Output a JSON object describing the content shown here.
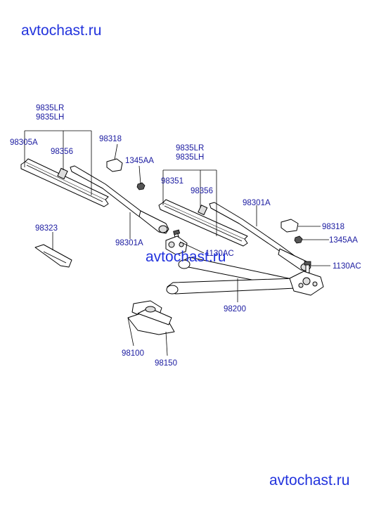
{
  "watermark": "avtochast.ru",
  "labels": {
    "p9835LR_1": "9835LR",
    "p9835LH_1": "9835LH",
    "p98305A": "98305A",
    "p98356_1": "98356",
    "p98318_1": "98318",
    "p1345AA_1": "1345AA",
    "p9835LR_2": "9835LR",
    "p9835LH_2": "9835LH",
    "p98351": "98351",
    "p98356_2": "98356",
    "p98301A_1": "98301A",
    "p98323": "98323",
    "p98301A_2": "98301A",
    "p98318_2": "98318",
    "p1345AA_2": "1345AA",
    "p1130AC_1": "1130AC",
    "p1130AC_2": "1130AC",
    "p98200": "98200",
    "p98100": "98100",
    "p98150": "98150"
  }
}
